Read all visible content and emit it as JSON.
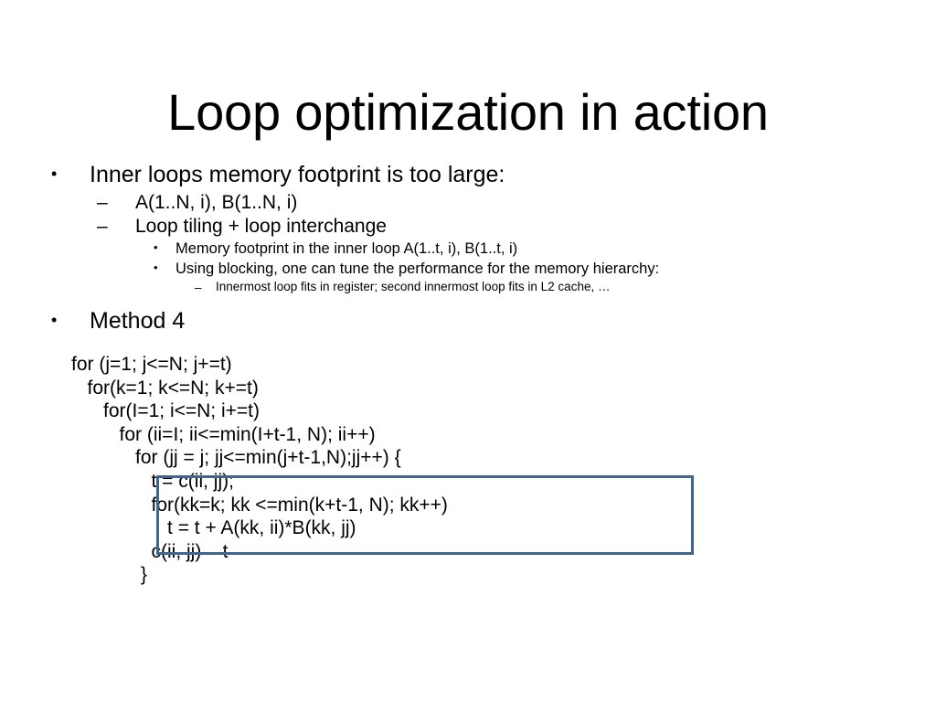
{
  "slide": {
    "title": "Loop optimization in action",
    "background_color": "#ffffff",
    "text_color": "#000000"
  },
  "bullets": [
    {
      "level": 1,
      "marker": "•",
      "text": "Inner loops memory footprint is too large:"
    },
    {
      "level": 2,
      "marker": "–",
      "text": "A(1..N, i), B(1..N, i)"
    },
    {
      "level": 2,
      "marker": "–",
      "text": "Loop tiling + loop interchange"
    },
    {
      "level": 3,
      "marker": "•",
      "text": "Memory footprint in the inner loop A(1..t, i), B(1..t, i)"
    },
    {
      "level": 3,
      "marker": "•",
      "text": "Using blocking, one can tune the performance for the memory hierarchy:"
    },
    {
      "level": 4,
      "marker": "–",
      "text": "Innermost loop fits in register; second innermost loop fits in L2 cache, …"
    },
    {
      "level": 1,
      "marker": "•",
      "text": "Method 4"
    }
  ],
  "code": {
    "lines": [
      "for (j=1; j<=N; j+=t)",
      "   for(k=1; k<=N; k+=t)",
      "      for(I=1; i<=N; i+=t)",
      "         for (ii=I; ii<=min(I+t-1, N); ii++)",
      "            for (jj = j; jj<=min(j+t-1,N);jj++) {",
      "               t = c(ii, jj);",
      "               for(kk=k; kk <=min(k+t-1, N); kk++)",
      "                  t = t + A(kk, ii)*B(kk, jj)",
      "               c(ii, jj) – t",
      "             }"
    ]
  },
  "highlight": {
    "border_color": "#3f6590",
    "fill": "none",
    "covers_lines": [
      "t = c(ii, jj);",
      "for(kk=k; kk <=min(k+t-1, N); kk++)",
      "t = t + A(kk, ii)*B(kk, jj)"
    ]
  }
}
